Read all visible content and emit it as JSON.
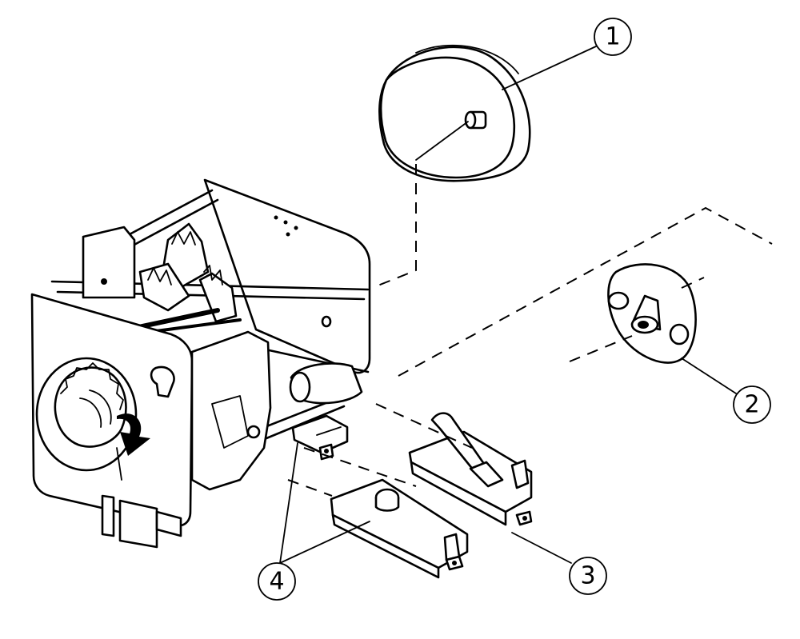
{
  "diagram": {
    "type": "exploded-parts-view",
    "callouts": [
      {
        "id": "1",
        "label": "1"
      },
      {
        "id": "2",
        "label": "2"
      },
      {
        "id": "3",
        "label": "3"
      },
      {
        "id": "4",
        "label": "4"
      }
    ]
  }
}
